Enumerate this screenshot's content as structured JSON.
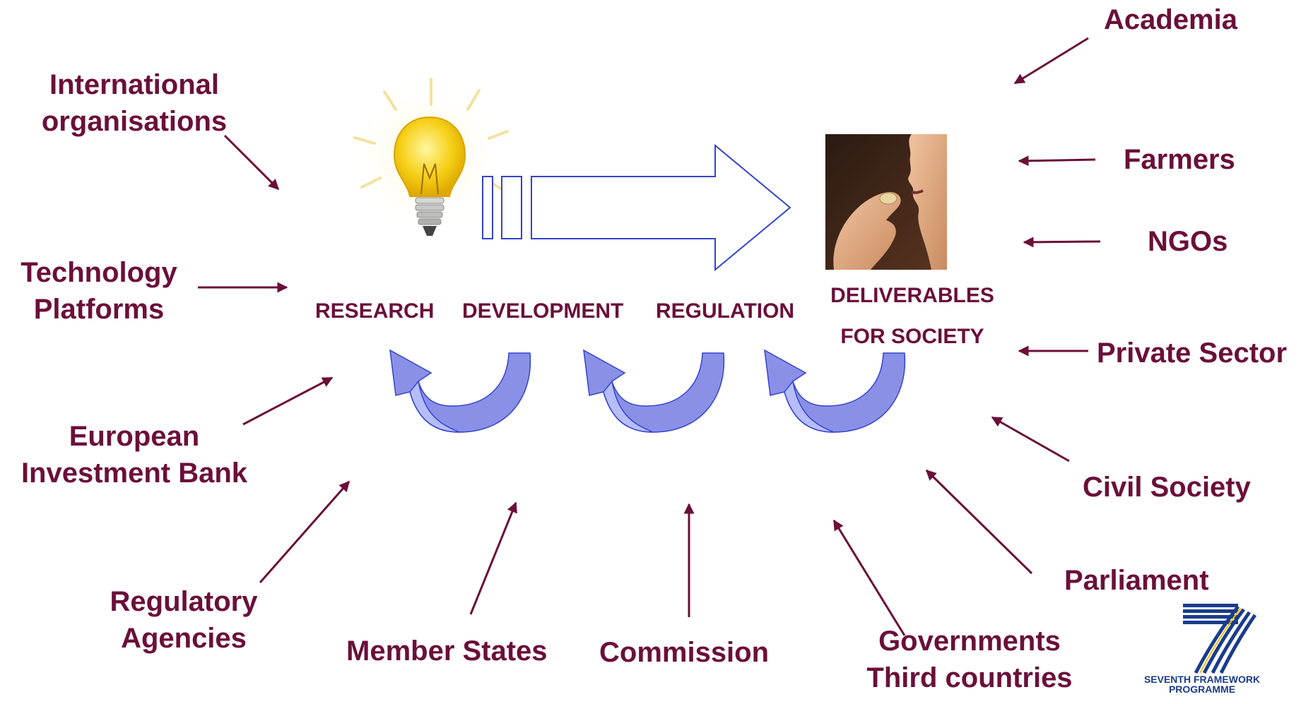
{
  "actors": {
    "academia": "Academia",
    "international_organisations": [
      "International",
      "organisations"
    ],
    "farmers": "Farmers",
    "ngos": "NGOs",
    "technology_platforms": [
      "Technology",
      "Platforms"
    ],
    "private_sector": "Private Sector",
    "european_investment_bank": [
      "European",
      "Investment Bank"
    ],
    "civil_society": "Civil Society",
    "parliament": "Parliament",
    "regulatory_agencies": [
      "Regulatory",
      "Agencies"
    ],
    "member_states": "Member States",
    "commission": "Commission",
    "governments": [
      "Governments",
      "Third countries"
    ]
  },
  "stages": {
    "research": "RESEARCH",
    "development": "DEVELOPMENT",
    "regulation": "REGULATION",
    "deliverables": [
      "DELIVERABLES",
      "FOR SOCIETY"
    ]
  },
  "logo": {
    "text_line1": "SEVENTH FRAMEWORK",
    "text_line2": "PROGRAMME"
  },
  "colors": {
    "label": "#6b0f3a",
    "arrow_line": "#6b0f3a",
    "big_arrow_stroke": "#3344cc",
    "cycle_arrow_light": "#9aa6f5",
    "cycle_arrow_dark": "#7a7fd6",
    "bulb": "#f5d017"
  }
}
